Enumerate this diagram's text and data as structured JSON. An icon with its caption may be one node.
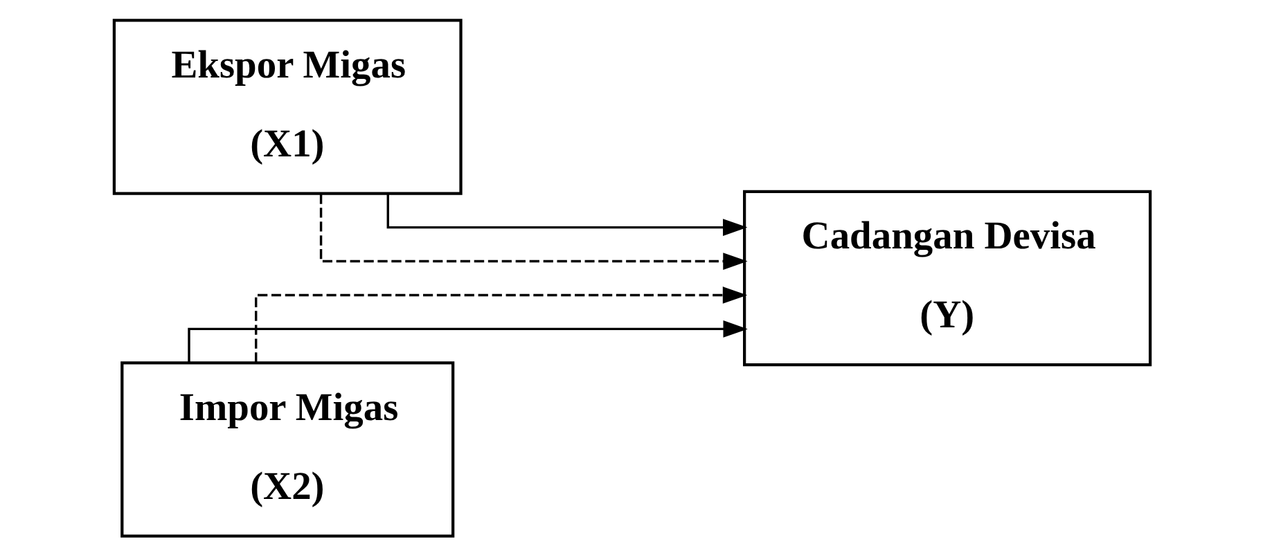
{
  "diagram": {
    "nodes": [
      {
        "text": [
          "Ekspor Migas",
          "(X1)"
        ]
      },
      {
        "text": [
          "Cadangan Devisa",
          "(Y)"
        ]
      },
      {
        "text": [
          "Impor Migas",
          "(X2)"
        ]
      }
    ],
    "edges": [
      {
        "from": 0,
        "to": 1,
        "arrow": "to",
        "style": "dashed"
      },
      {
        "from": 0,
        "to": 1,
        "arrow": "to"
      },
      {
        "from": 2,
        "to": 1,
        "arrow": "to"
      },
      {
        "from": 2,
        "to": 1,
        "arrow": "to",
        "style": "dashed"
      }
    ]
  }
}
